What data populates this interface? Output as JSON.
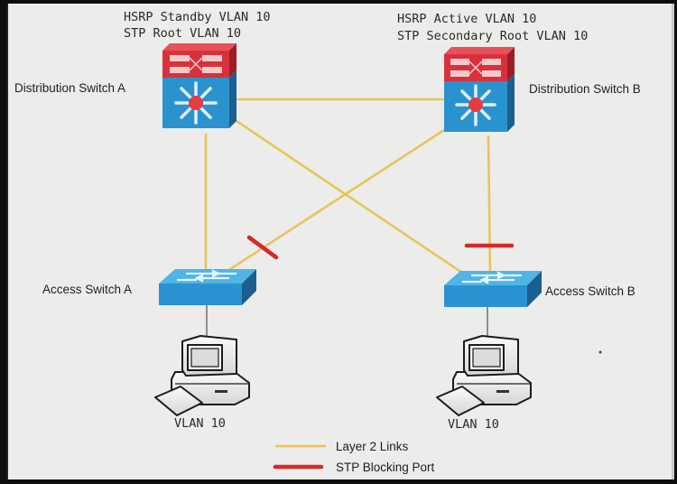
{
  "colors": {
    "layer2_link": "#e8c45a",
    "blocking_port": "#d42a2a",
    "switch_blue": "#2a93cf",
    "router_red": "#d9313b"
  },
  "distribution_a": {
    "label": "Distribution Switch A",
    "annotation_line1": "HSRP Standby VLAN 10",
    "annotation_line2": "STP Root VLAN 10",
    "icon": "layer3-switch-icon"
  },
  "distribution_b": {
    "label": "Distribution Switch B",
    "annotation_line1": "HSRP Active VLAN 10",
    "annotation_line2": "STP Secondary Root VLAN 10",
    "icon": "layer3-switch-icon"
  },
  "access_a": {
    "label": "Access Switch A",
    "icon": "layer2-switch-icon"
  },
  "access_b": {
    "label": "Access Switch B",
    "icon": "layer2-switch-icon"
  },
  "pc_a": {
    "label": "VLAN 10",
    "icon": "workstation-icon"
  },
  "pc_b": {
    "label": "VLAN 10",
    "icon": "workstation-icon"
  },
  "links": [
    {
      "from": "Distribution Switch A",
      "to": "Distribution Switch B",
      "type": "Layer 2 Link",
      "blocked": false
    },
    {
      "from": "Distribution Switch A",
      "to": "Access Switch A",
      "type": "Layer 2 Link",
      "blocked": false
    },
    {
      "from": "Distribution Switch A",
      "to": "Access Switch B",
      "type": "Layer 2 Link",
      "blocked": false
    },
    {
      "from": "Distribution Switch B",
      "to": "Access Switch A",
      "type": "Layer 2 Link",
      "blocked": true
    },
    {
      "from": "Distribution Switch B",
      "to": "Access Switch B",
      "type": "Layer 2 Link",
      "blocked": true
    }
  ],
  "legend": {
    "layer2": "Layer 2 Links",
    "blocking": "STP Blocking Port"
  }
}
